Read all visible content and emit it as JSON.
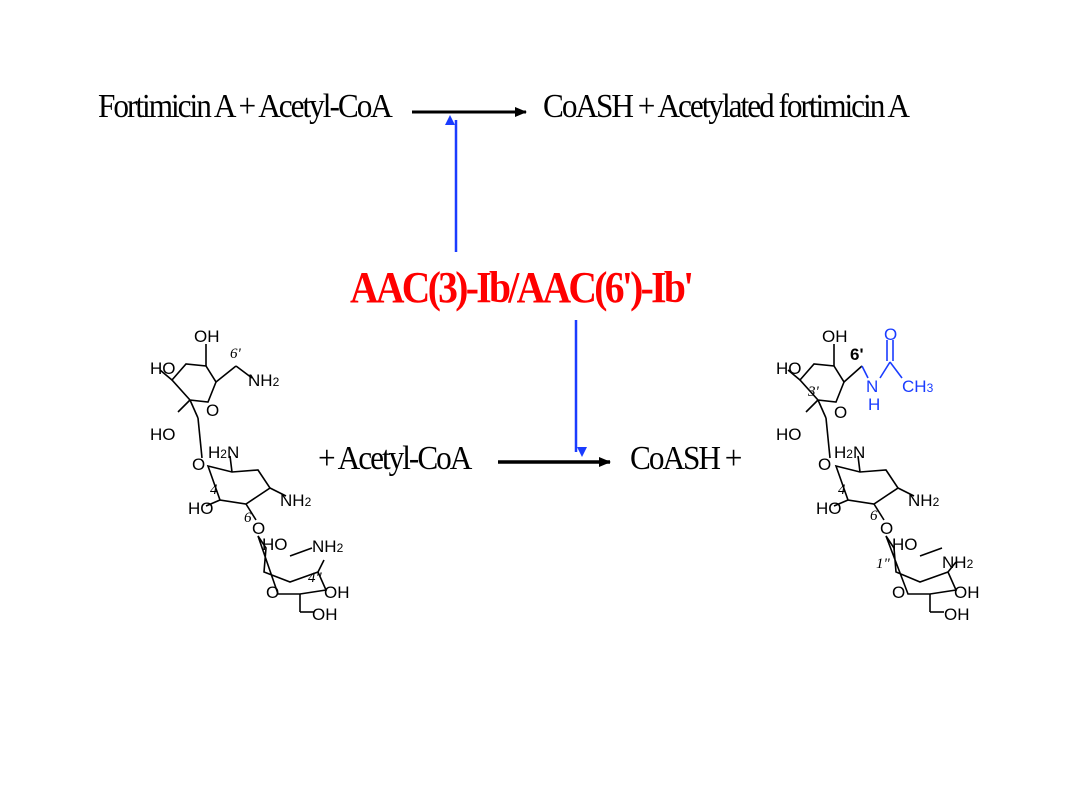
{
  "reaction_top": {
    "substrates": "Fortimicin A + Acetyl-CoA",
    "products": "CoASH + Acetylated fortimicin A"
  },
  "enzyme": {
    "label": "AAC(3)-Ib/AAC(6')-Ib'",
    "color": "#ff0000"
  },
  "reaction_bottom": {
    "cosubstrate": "+ Acetyl-CoA",
    "coproduct": "CoASH  +"
  },
  "structure_left": {
    "groups": [
      "OH",
      "HO",
      "6'",
      "NH2",
      "O",
      "HO",
      "H2N",
      "O",
      "4",
      "HO",
      "NH2",
      "6",
      "O",
      "HO",
      "NH2",
      "4\"",
      "O",
      "OH",
      "OH"
    ]
  },
  "structure_right": {
    "groups": [
      "OH",
      "HO",
      "6'",
      "3'",
      "O",
      "HO",
      "H2N",
      "O",
      "4",
      "HO",
      "NH2",
      "6",
      "O",
      "1\"",
      "HO",
      "NH2",
      "O",
      "OH",
      "OH"
    ],
    "acetyl_group": [
      "O",
      "N",
      "H",
      "CH3"
    ],
    "acetyl_color": "#1a3cff"
  },
  "arrow_colors": {
    "enzyme_arrow": "#1a3cff",
    "reaction_arrow": "#000000"
  }
}
